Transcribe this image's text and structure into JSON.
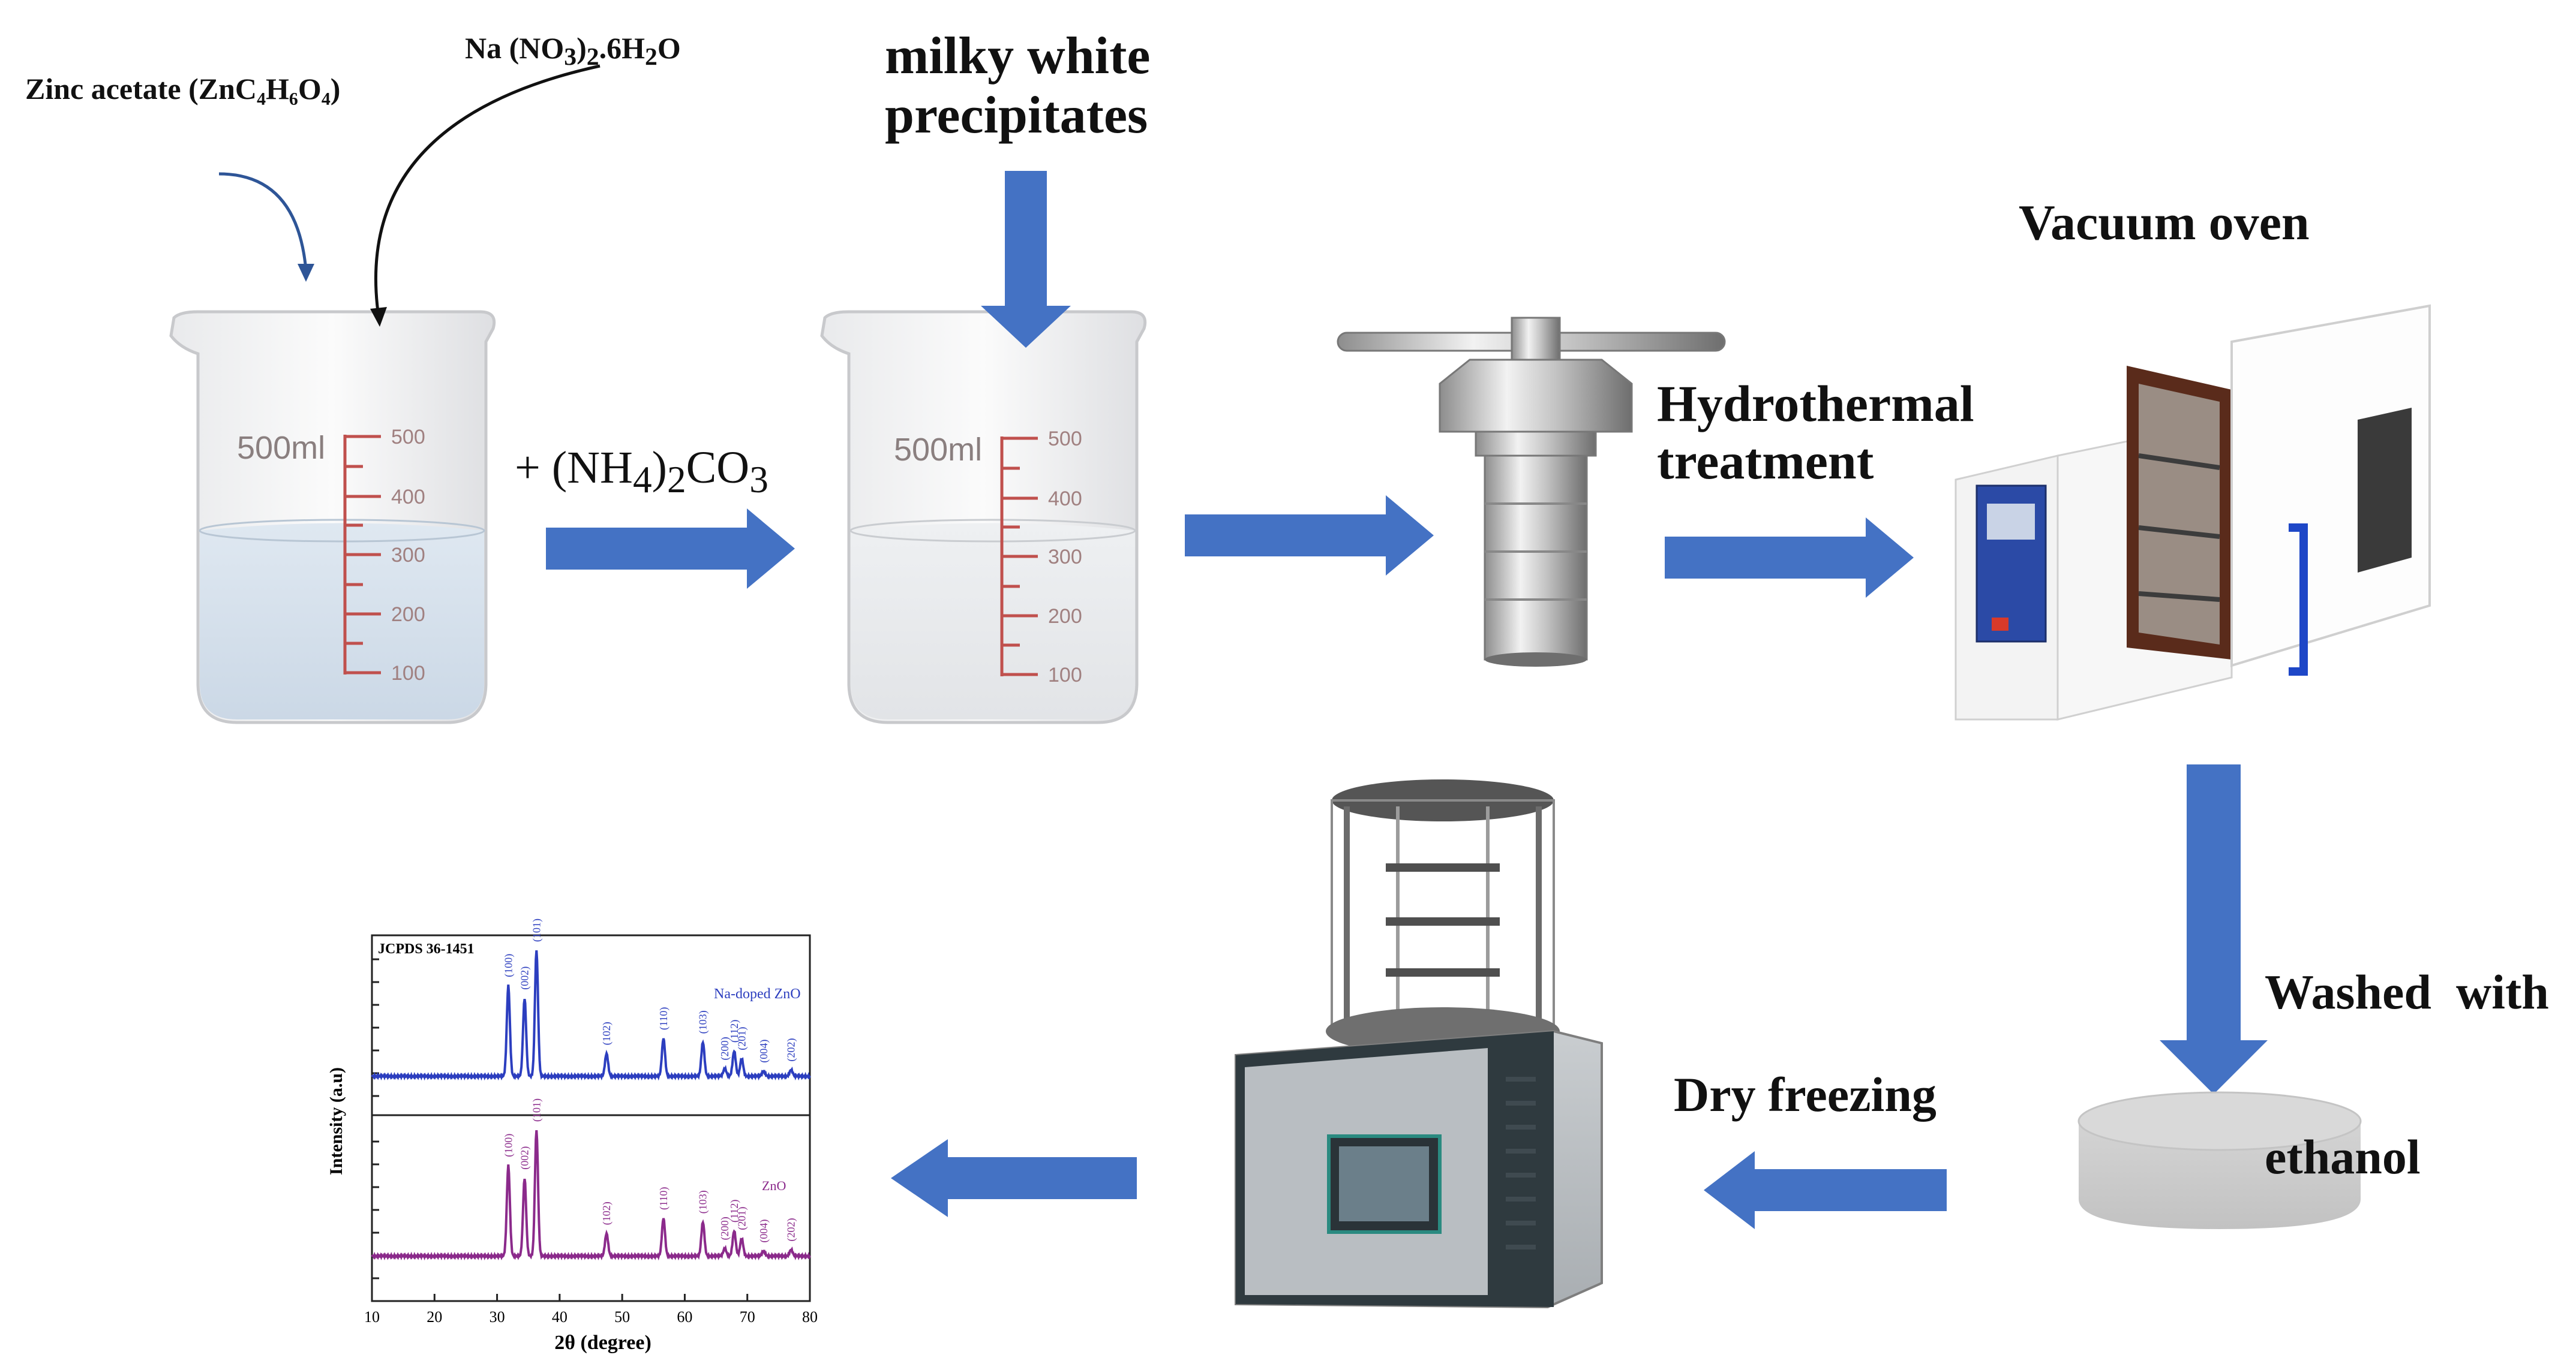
{
  "labels": {
    "zinc_acetate": "Zinc acetate (ZnC₄H₆O₄)",
    "sodium_nitrate_prefix": "Na (NO",
    "sodium_nitrate_sub1": "3",
    "sodium_nitrate_mid": ")",
    "sodium_nitrate_sub2": "2",
    "sodium_nitrate_suffix": ".6H",
    "sodium_nitrate_sub3": "2",
    "sodium_nitrate_end": "O",
    "milky_line1": "milky white",
    "milky_line2": "precipitates",
    "ammonium_prefix": "+ (NH",
    "ammonium_sub1": "4",
    "ammonium_mid": ")",
    "ammonium_sub2": "2",
    "ammonium_suffix": "CO",
    "ammonium_sub3": "3",
    "hydro_line1": "Hydrothermal",
    "hydro_line2": "treatment",
    "vacuum_oven": "Vacuum oven",
    "washed_line1": "Washed  with",
    "washed_line2": "ethanol",
    "dry_freezing": "Dry freezing"
  },
  "beaker": {
    "volume_label": "500ml",
    "ticks": [
      "500",
      "400",
      "300",
      "200",
      "100"
    ]
  },
  "xrd": {
    "reference": "JCPDS 36-1451",
    "top_series": "Na-doped ZnO",
    "bottom_series": "ZnO",
    "ylabel": "Intensity (a.u)",
    "xlabel": "2θ (degree)",
    "xticks": [
      "10",
      "20",
      "30",
      "40",
      "50",
      "60",
      "70",
      "80"
    ],
    "peaks": [
      "(100)",
      "(002)",
      "(101)",
      "(102)",
      "(110)",
      "(103)",
      "(200)",
      "(112)",
      "(201)",
      "(004)",
      "(202)"
    ]
  },
  "colors": {
    "arrow_blue": "#4472C4",
    "top_curve": "#2C3EBF",
    "bottom_curve": "#8B2A8B",
    "scale_red": "#C0504D",
    "liquid_blue": "#D6E2EE"
  }
}
